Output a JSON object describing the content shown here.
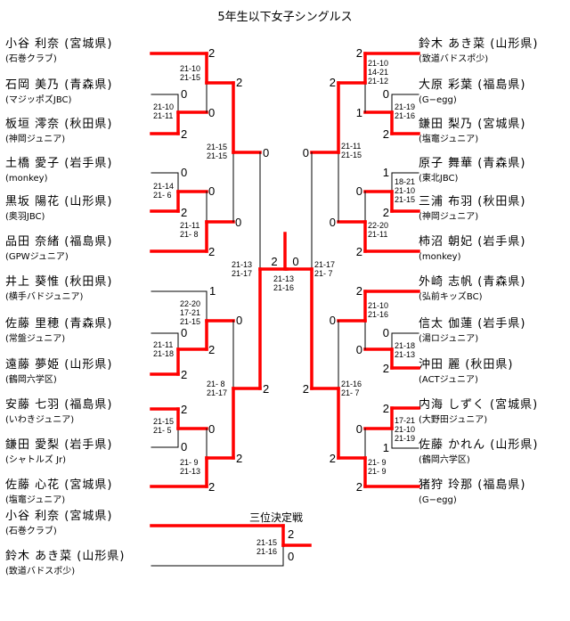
{
  "title": "5年生以下女子シングルス",
  "colors": {
    "win": "#ff0000",
    "line": "#000000"
  },
  "left_players": [
    {
      "name": "小谷 利奈 (宮城県)",
      "club": "(石巻クラブ)"
    },
    {
      "name": "石岡 美乃 (青森県)",
      "club": "(マジッポズJBC)"
    },
    {
      "name": "板垣 澪奈 (秋田県)",
      "club": "(神岡ジュニア)"
    },
    {
      "name": "土橋 愛子 (岩手県)",
      "club": "(monkey)"
    },
    {
      "name": "黒坂 陽花 (山形県)",
      "club": "(奥羽JBC)"
    },
    {
      "name": "品田 奈緒 (福島県)",
      "club": "(GPWジュニア)"
    },
    {
      "name": "井上 葵惟 (秋田県)",
      "club": "(横手バドジュニア)"
    },
    {
      "name": "佐藤 里穂 (青森県)",
      "club": "(常盤ジュニア)"
    },
    {
      "name": "遠藤 夢姫 (山形県)",
      "club": "(鶴岡六学区)"
    },
    {
      "name": "安藤 七羽 (福島県)",
      "club": "(いわきジュニア)"
    },
    {
      "name": "鎌田 愛梨 (岩手県)",
      "club": "(シャトルズ Jr)"
    },
    {
      "name": "佐藤 心花 (宮城県)",
      "club": "(塩竈ジュニア)"
    }
  ],
  "right_players": [
    {
      "name": "鈴木 あき菜 (山形県)",
      "club": "(致道バドスポ少)"
    },
    {
      "name": "大原 彩葉 (福島県)",
      "club": "(G−egg)"
    },
    {
      "name": "鎌田 梨乃 (宮城県)",
      "club": "(塩竈ジュニア)"
    },
    {
      "name": "原子 舞華 (青森県)",
      "club": "(東北JBC)"
    },
    {
      "name": "三浦 布羽 (秋田県)",
      "club": "(神岡ジュニア)"
    },
    {
      "name": "柿沼 朝妃 (岩手県)",
      "club": "(monkey)"
    },
    {
      "name": "外崎 志帆 (青森県)",
      "club": "(弘前キッズBC)"
    },
    {
      "name": "信太 伽蓮 (岩手県)",
      "club": "(湯ロジュニア)"
    },
    {
      "name": "沖田 麗 (秋田県)",
      "club": "(ACTジュニア)"
    },
    {
      "name": "内海 しずく (宮城県)",
      "club": "(大野田ジュニア)"
    },
    {
      "name": "佐藤 かれん (山形県)",
      "club": "(鶴岡六学区)"
    },
    {
      "name": "猪狩 玲那 (福島県)",
      "club": "(G−egg)"
    }
  ],
  "matches": [
    {
      "id": "L1a",
      "side": "left",
      "round": 1,
      "games": [
        "21-10",
        "21-11"
      ],
      "scores": [
        "0",
        "2"
      ]
    },
    {
      "id": "L1b",
      "side": "left",
      "round": 2,
      "games": [
        "21-10",
        "21-15"
      ],
      "scores": [
        "2",
        "0"
      ]
    },
    {
      "id": "L2a",
      "side": "left",
      "round": 1,
      "games": [
        "21-14",
        "21- 6"
      ],
      "scores": [
        "0",
        "2"
      ]
    },
    {
      "id": "L2b",
      "side": "left",
      "round": 2,
      "games": [
        "21-11",
        "21- 8"
      ],
      "scores": [
        "0",
        "2"
      ]
    },
    {
      "id": "L3",
      "side": "left",
      "round": 3,
      "games": [
        "21-15",
        "21-15"
      ],
      "scores": [
        "2",
        "0"
      ]
    },
    {
      "id": "L4a",
      "side": "left",
      "round": 1,
      "games": [
        "21-11",
        "21-18"
      ],
      "scores": [
        "0",
        "2"
      ]
    },
    {
      "id": "L4b",
      "side": "left",
      "round": 2,
      "games": [
        "22-20",
        "17-21",
        "21-15"
      ],
      "scores": [
        "1",
        "2"
      ]
    },
    {
      "id": "L5a",
      "side": "left",
      "round": 1,
      "games": [
        "21-15",
        "21- 5"
      ],
      "scores": [
        "2",
        "0"
      ]
    },
    {
      "id": "L5b",
      "side": "left",
      "round": 2,
      "games": [
        "21- 9",
        "21-13"
      ],
      "scores": [
        "0",
        "2"
      ]
    },
    {
      "id": "L6",
      "side": "left",
      "round": 3,
      "games": [
        "21- 8",
        "21-17"
      ],
      "scores": [
        "0",
        "2"
      ]
    },
    {
      "id": "LSF",
      "side": "left",
      "round": 4,
      "games": [
        "21-13",
        "21-17"
      ],
      "scores": [
        "0",
        "2"
      ]
    },
    {
      "id": "R1a",
      "side": "right",
      "round": 1,
      "games": [
        "21-19",
        "21-16"
      ],
      "scores": [
        "0",
        "2"
      ]
    },
    {
      "id": "R1b",
      "side": "right",
      "round": 2,
      "games": [
        "21-10",
        "14-21",
        "21-12"
      ],
      "scores": [
        "2",
        "1"
      ]
    },
    {
      "id": "R2a",
      "side": "right",
      "round": 1,
      "games": [
        "18-21",
        "21-10",
        "21-15"
      ],
      "scores": [
        "1",
        "2"
      ]
    },
    {
      "id": "R2b",
      "side": "right",
      "round": 2,
      "games": [
        "22-20",
        "21-11"
      ],
      "scores": [
        "0",
        "2"
      ]
    },
    {
      "id": "R3",
      "side": "right",
      "round": 3,
      "games": [
        "21-11",
        "21-15"
      ],
      "scores": [
        "2",
        "0"
      ]
    },
    {
      "id": "R4a",
      "side": "right",
      "round": 1,
      "games": [
        "21-18",
        "21-13"
      ],
      "scores": [
        "0",
        "2"
      ]
    },
    {
      "id": "R4b",
      "side": "right",
      "round": 2,
      "games": [
        "21-10",
        "21-16"
      ],
      "scores": [
        "2",
        "0"
      ]
    },
    {
      "id": "R5a",
      "side": "right",
      "round": 1,
      "games": [
        "17-21",
        "21-10",
        "21-19"
      ],
      "scores": [
        "2",
        "1"
      ]
    },
    {
      "id": "R5b",
      "side": "right",
      "round": 2,
      "games": [
        "21- 9",
        "21- 9"
      ],
      "scores": [
        "0",
        "2"
      ]
    },
    {
      "id": "R6",
      "side": "right",
      "round": 3,
      "games": [
        "21-16",
        "21- 7"
      ],
      "scores": [
        "0",
        "2"
      ]
    },
    {
      "id": "RSF",
      "side": "right",
      "round": 4,
      "games": [
        "21-17",
        "21- 7"
      ],
      "scores": [
        "0",
        "2"
      ]
    },
    {
      "id": "F",
      "side": "center",
      "round": 5,
      "games": [
        "21-13",
        "21-16"
      ],
      "scores": [
        "2",
        "0"
      ]
    }
  ],
  "third_place": {
    "title": "三位決定戦",
    "players": [
      {
        "name": "小谷 利奈 (宮城県)",
        "club": "(石巻クラブ)"
      },
      {
        "name": "鈴木 あき菜 (山形県)",
        "club": "(致道バドスポ少)"
      }
    ],
    "games": [
      "21-15",
      "21-16"
    ],
    "scores": [
      "2",
      "0"
    ]
  }
}
